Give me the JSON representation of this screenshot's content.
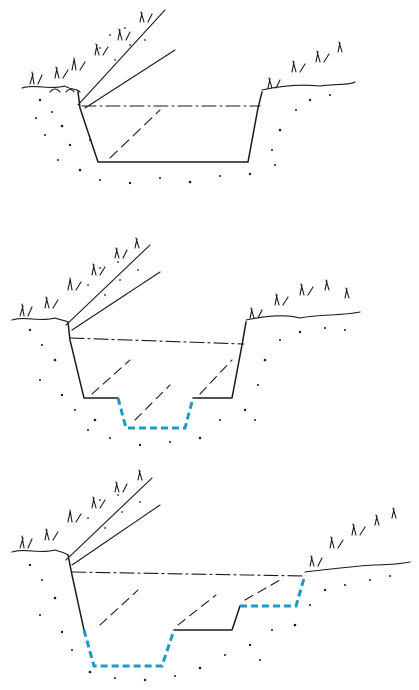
{
  "figure": {
    "panels": [
      {
        "id": "panel-1",
        "variant": "original-channel"
      },
      {
        "id": "panel-2",
        "variant": "excavated-low-flow-channel"
      },
      {
        "id": "panel-3",
        "variant": "two-stage-channel-with-bench"
      }
    ],
    "colors": {
      "ink": "#1a1a1a",
      "excavation_outline": "#1e98c8",
      "background": "#ffffff"
    }
  }
}
